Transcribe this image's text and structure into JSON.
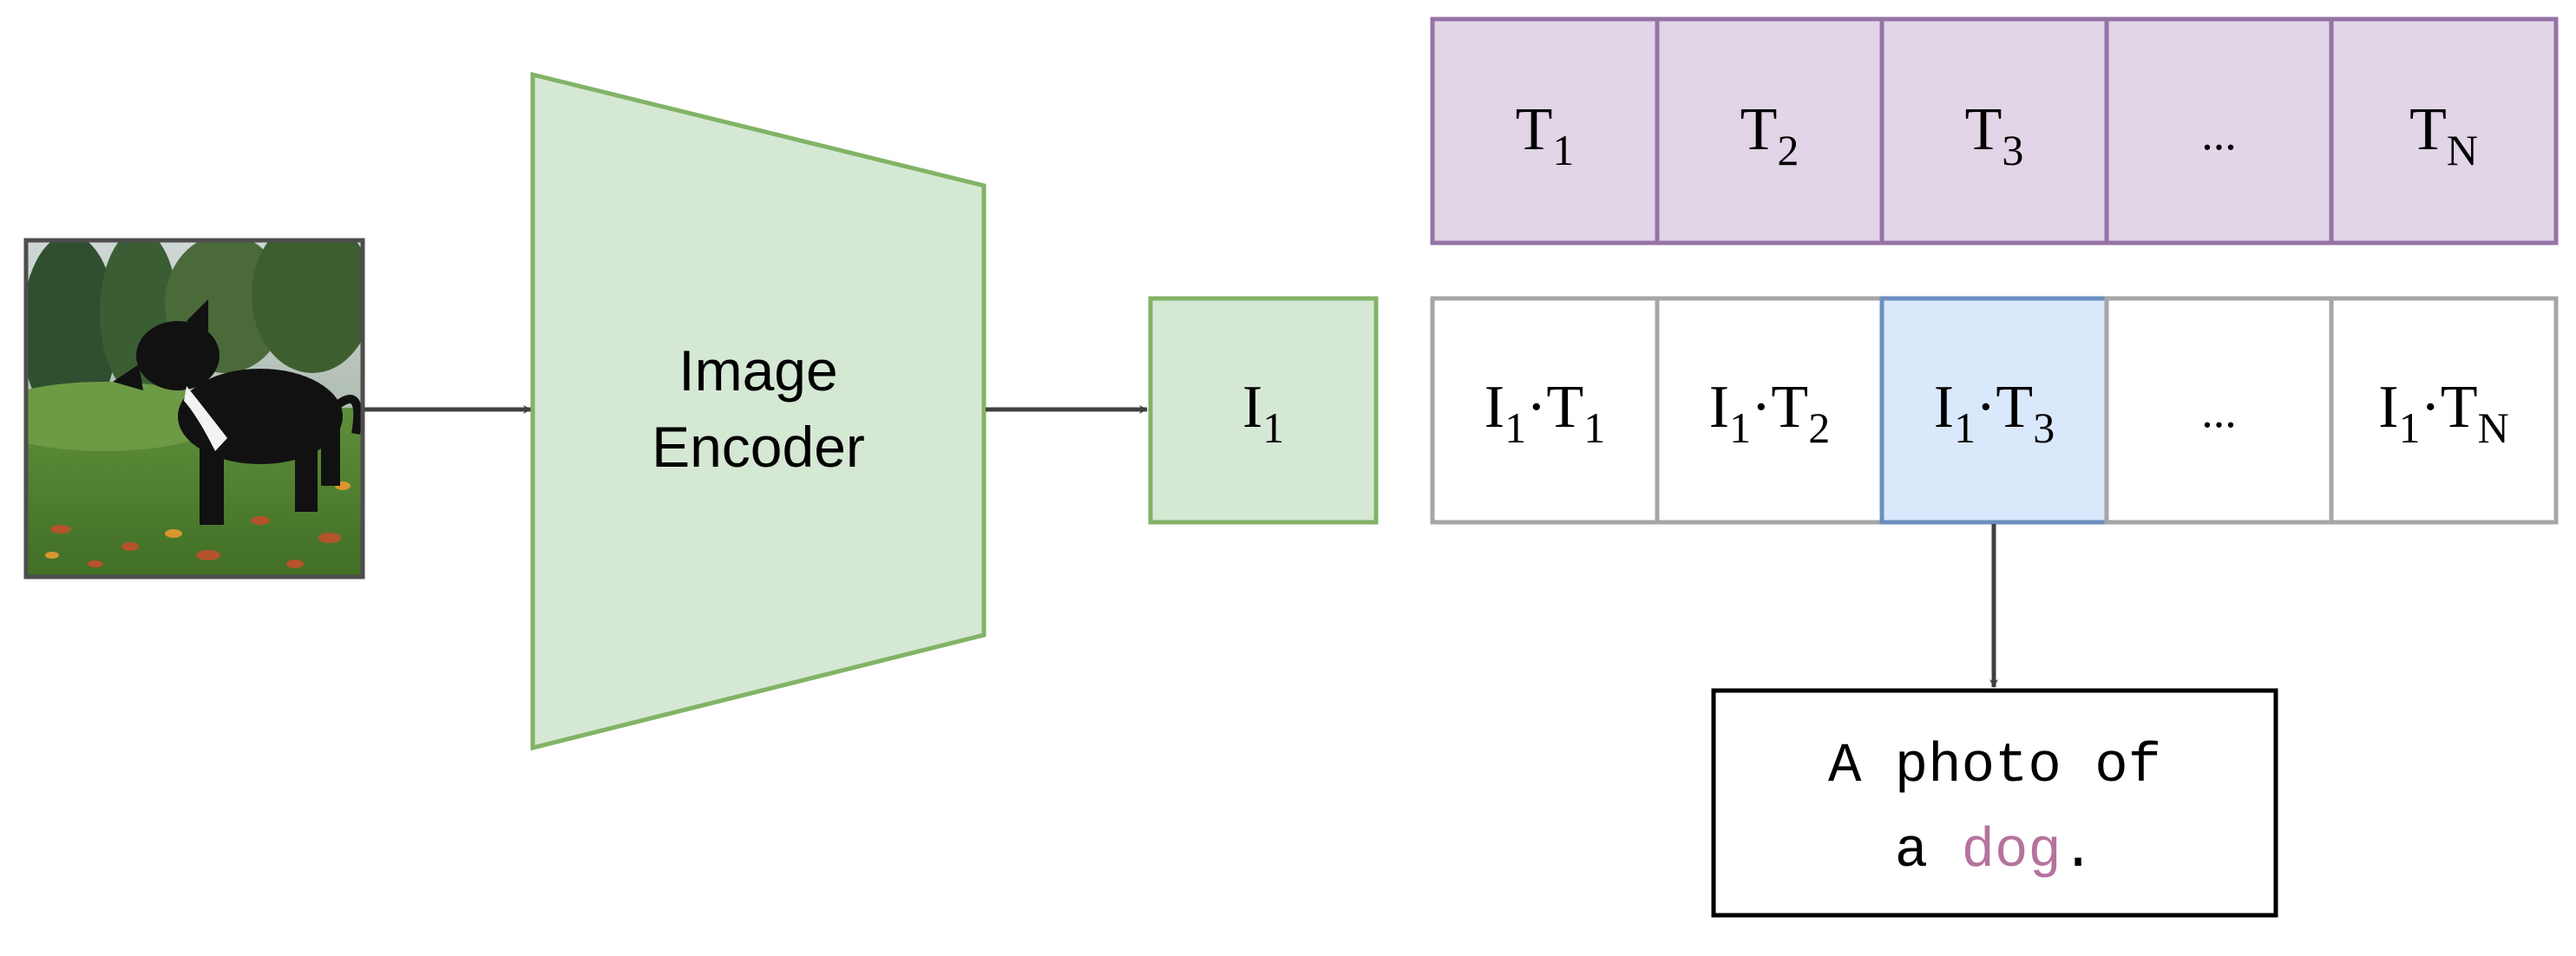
{
  "colors": {
    "green_fill": "#d5e8d4",
    "green_stroke": "#82b366",
    "purple_fill": "#e1d5e7",
    "purple_stroke": "#9673a6",
    "blue_fill": "#dae8fc",
    "blue_stroke": "#6c8ebf",
    "gray_stroke": "#a6a6a6",
    "arrow": "#404040",
    "dog_word": "#b5739d"
  },
  "icons": {
    "input_photo": "dog-photo",
    "arrow": "arrow-right-icon"
  },
  "encoder": {
    "line1": "Image",
    "line2": "Encoder"
  },
  "image_embedding": {
    "base": "I",
    "sub": "1"
  },
  "text_embeddings": [
    {
      "base": "T",
      "sub": "1"
    },
    {
      "base": "T",
      "sub": "2"
    },
    {
      "base": "T",
      "sub": "3"
    },
    {
      "ellipsis": "..."
    },
    {
      "base": "T",
      "sub": "N"
    }
  ],
  "similarity": {
    "dot": "·",
    "highlight_index": 2,
    "cells": [
      {
        "a": "I",
        "a_sub": "1",
        "b": "T",
        "b_sub": "1"
      },
      {
        "a": "I",
        "a_sub": "1",
        "b": "T",
        "b_sub": "2"
      },
      {
        "a": "I",
        "a_sub": "1",
        "b": "T",
        "b_sub": "3"
      },
      {
        "ellipsis": "..."
      },
      {
        "a": "I",
        "a_sub": "1",
        "b": "T",
        "b_sub": "N"
      }
    ]
  },
  "caption": {
    "line1": "A photo of",
    "line2_prefix": "a ",
    "highlight_word": "dog",
    "line2_suffix": "."
  }
}
